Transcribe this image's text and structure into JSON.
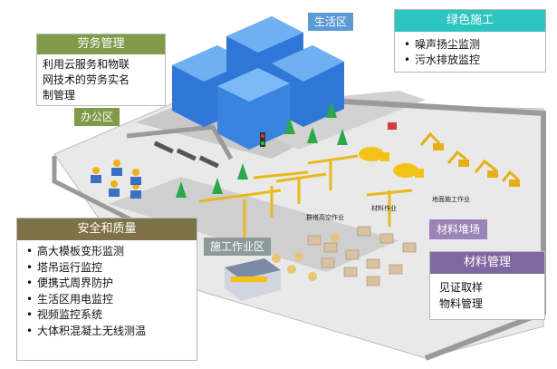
{
  "zones": {
    "living": "生活区",
    "office": "办公区",
    "work": "施工作业区",
    "material_yard": "材料堆场"
  },
  "scene_labels": {
    "group_high": "群塔高空作业",
    "material_op": "材料作业",
    "ground_op": "地面施工作业"
  },
  "labor": {
    "title": "劳务管理",
    "lines": [
      "利用云服务和物联",
      "网技术的劳务实名",
      "制管理"
    ]
  },
  "green": {
    "title": "绿色施工",
    "items": [
      "噪声扬尘监测",
      "污水排放监控"
    ]
  },
  "safety": {
    "title": "安全和质量",
    "items": [
      "高大模板变形监测",
      "塔吊运行监控",
      "便携式周界防护",
      "生活区用电监控",
      "视频监控系统",
      "大体积混凝土无线测温"
    ]
  },
  "material": {
    "title": "材料管理",
    "lines": [
      "见证取样",
      "物料管理"
    ]
  },
  "colors": {
    "labor_header": "#7f9a48",
    "green_header": "#2ec4c0",
    "safety_header": "#7f7148",
    "material_header": "#8067a2",
    "living_tag": "#5b9bd5"
  }
}
